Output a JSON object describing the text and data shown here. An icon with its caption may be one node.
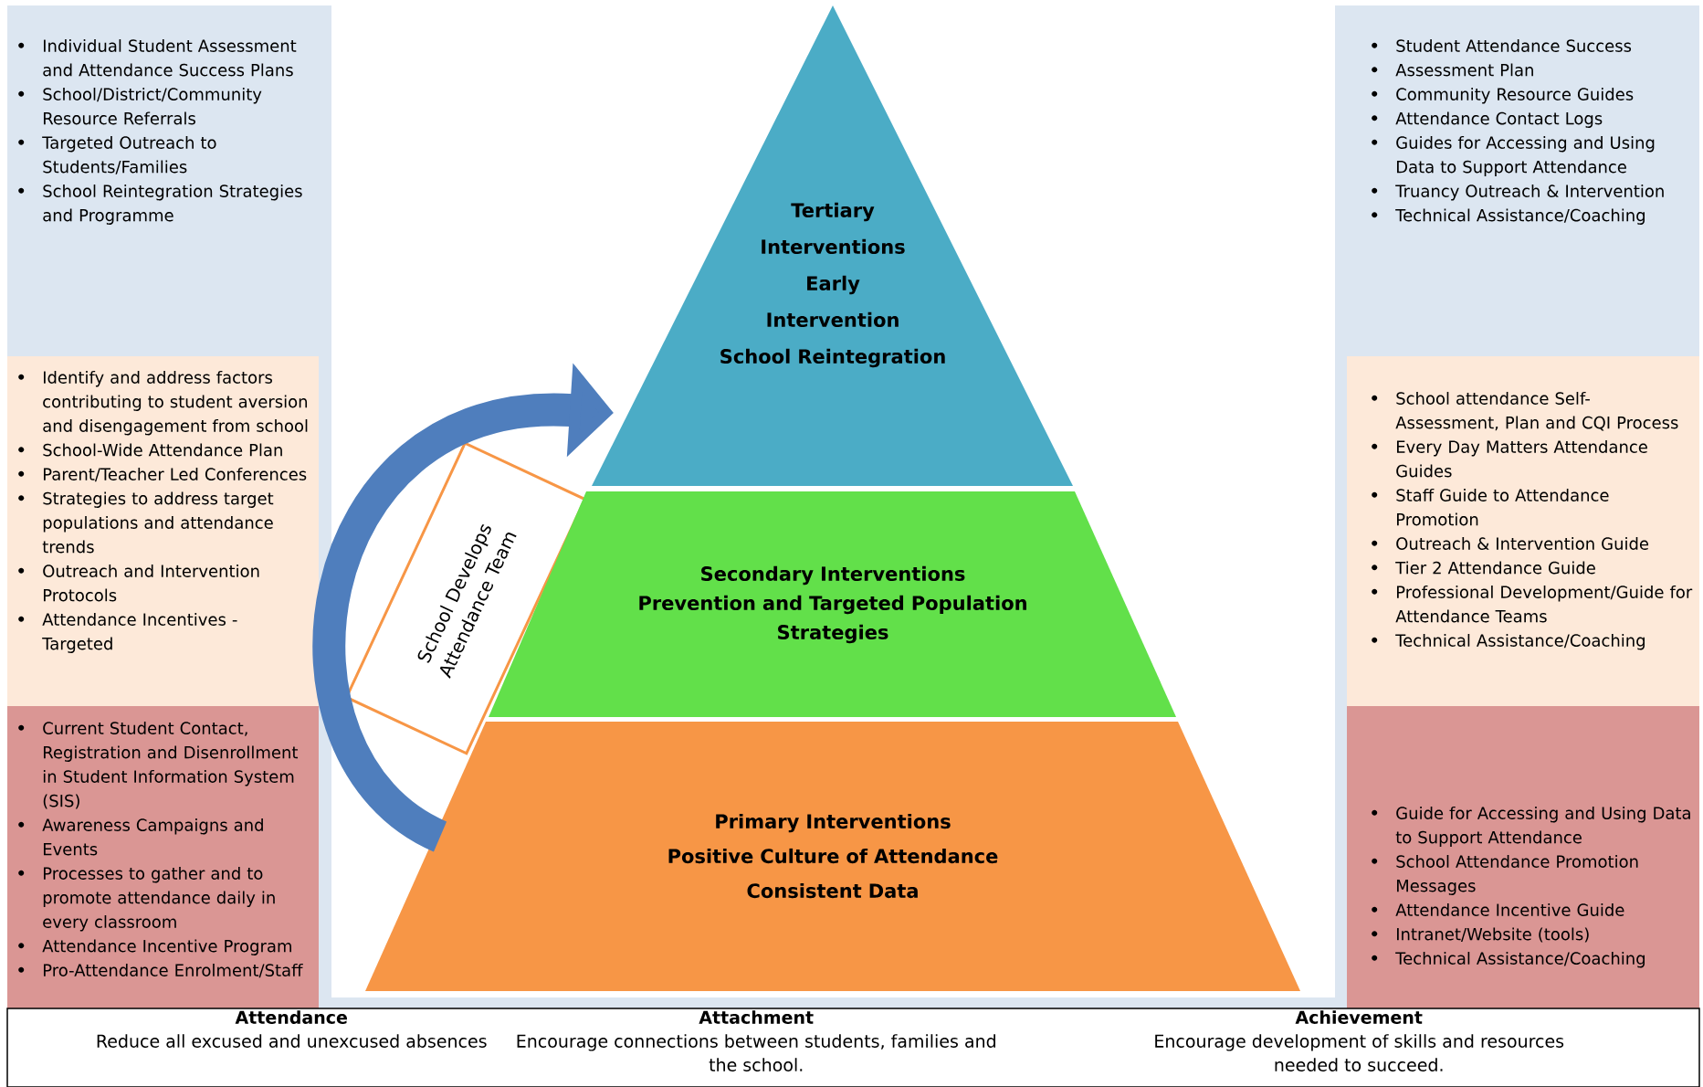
{
  "diagram": {
    "nodes": [
      {
        "text": [
          "Individual Student Assessment and Attendance Success Plans",
          "School/District/Community Resource Referrals",
          "Targeted Outreach to Students/Families",
          "School Reintegration Strategies and Programme"
        ]
      },
      {
        "text": [
          "Tertiary Interventions",
          "Early Intervention",
          "School Reintegration"
        ]
      },
      {
        "text": [
          "Student Attendance Success",
          "Assessment Plan",
          "Community Resource Guides",
          "Attendance Contact Logs",
          "Guides for Accessing and Using Data to Support Attendance",
          "Truancy Outreach & Intervention",
          "Technical Assistance/Coaching"
        ]
      },
      {
        "text": [
          "Identify and address factors contributing to student aversion and disengagement from school",
          "School-Wide Attendance Plan",
          "Parent/Teacher Led Conferences",
          "Strategies to address target populations and attendance trends",
          "Outreach and Intervention Protocols",
          "Attendance Incentives - Targeted"
        ]
      },
      {
        "text": [
          "School Develops Attendance Team"
        ]
      },
      {
        "text": [
          "Secondary Interventions",
          "Prevention and Targeted Population Strategies"
        ]
      },
      {
        "text": [
          "School attendance Self-Assessment, Plan and CQI Process",
          "Every Day Matters Attendance Guides",
          "Staff Guide to Attendance Promotion",
          "Outreach & Intervention Guide",
          "Tier 2 Attendance Guide",
          "Professional Development/Guide for Attendance Teams",
          "Technical Assistance/Coaching"
        ]
      },
      {
        "text": [
          "Current Student Contact, Registration and Disenrollment in Student Information System (SIS)",
          "Awareness Campaigns and Events",
          "Processes to gather and to promote attendance daily in every classroom",
          "Attendance Incentive Program",
          "Pro-Attendance Enrolment/Staff"
        ]
      },
      {
        "text": [
          "Primary Interventions",
          "Positive Culture of Attendance",
          "Consistent Data"
        ]
      },
      {
        "text": [
          "Guide for Accessing and Using Data to Support Attendance",
          "School Attendance Promotion Messages",
          "Attendance Incentive Guide",
          "Intranet/Website (tools)",
          "Technical Assistance/Coaching"
        ]
      },
      {
        "text": [
          "Attendance",
          "Reduce all excused and unexcused absences",
          "Attachment",
          "Encourage connections between students, families and the school.",
          "Achievement",
          "Encourage development of skills and resources needed to succeed."
        ]
      }
    ],
    "edges": [
      {
        "from": 8,
        "to": 1,
        "arrow": "to"
      }
    ]
  }
}
